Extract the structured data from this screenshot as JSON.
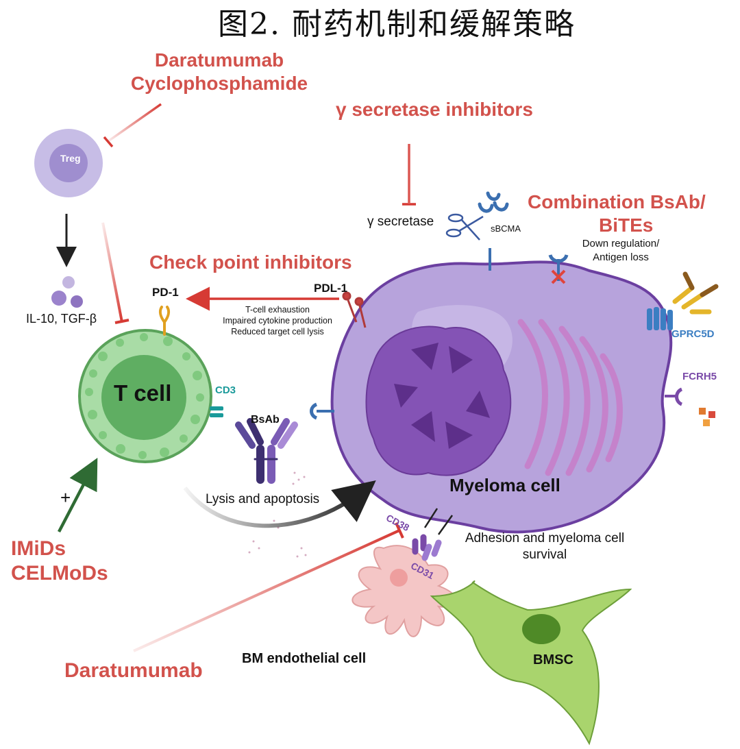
{
  "title": "图2. 耐药机制和缓解策略",
  "strategies": {
    "treg_drugs_line1": "Daratumumab",
    "treg_drugs_line2": "Cyclophosphamide",
    "gamma_secretase_inhibitors": "γ secretase inhibitors",
    "combination_line1": "Combination BsAb/",
    "combination_line2": "BiTEs",
    "checkpoint_inhibitors": "Check point inhibitors",
    "imids": "IMiDs",
    "celmods": "CELMoDs",
    "daratumumab_bottom": "Daratumumab",
    "plus_sign": "+"
  },
  "cells": {
    "treg": "Treg",
    "t_cell": "T cell",
    "myeloma": "Myeloma cell",
    "bm_endothelial": "BM endothelial cell",
    "bmsc": "BMSC"
  },
  "labels": {
    "cytokines": "IL-10, TGF-β",
    "pd1": "PD-1",
    "pdl1": "PDL-1",
    "exhaustion_line1": "T-cell exhaustion",
    "exhaustion_line2": "Impaired cytokine production",
    "exhaustion_line3": "Reduced target cell lysis",
    "gamma_secretase": "γ secretase",
    "sbcma": "sBCMA",
    "down_regulation_line1": "Down regulation/",
    "down_regulation_line2": "Antigen loss",
    "gprc5d": "GPRC5D",
    "fcrh5": "FCRH5",
    "cd3": "CD3",
    "bsab": "BsAb",
    "lysis": "Lysis and apoptosis",
    "cd38": "CD38",
    "cd31": "CD31",
    "adhesion_line1": "Adhesion and myeloma cell",
    "adhesion_line2": "survival"
  },
  "colors": {
    "strategy_red": "#d2524c",
    "inhibition_red": "#d63a34",
    "tcell_green": "#8fcf8c",
    "myeloma_purple": "#b7a3dc",
    "nucleus_purple": "#7a47a8",
    "treg_lavender": "#c7bde6",
    "stimulation_green": "#2f6b34"
  }
}
